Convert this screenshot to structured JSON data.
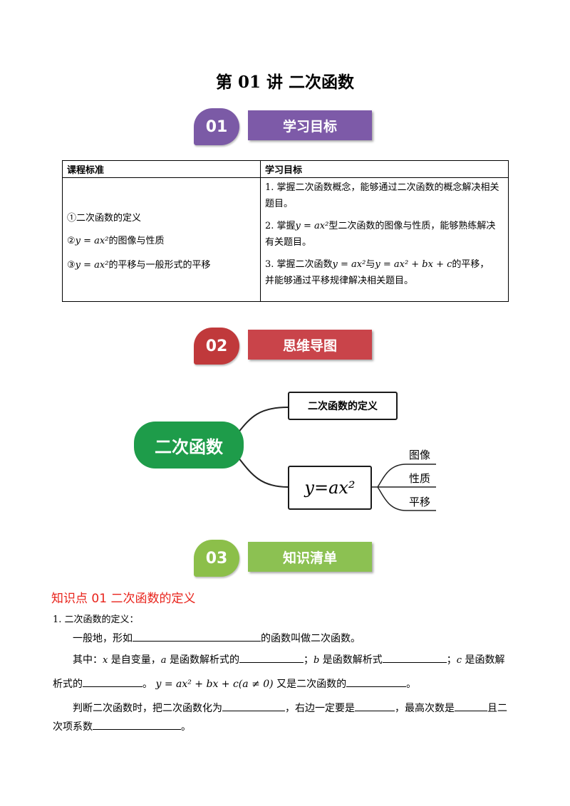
{
  "title": "第 01 讲  二次函数",
  "sections": [
    {
      "num": "01",
      "label": "学习目标",
      "num_color": "#7b5aa6",
      "bar_color": "#7d5aa8"
    },
    {
      "num": "02",
      "label": "思维导图",
      "num_color": "#c0393b",
      "bar_color": "#c9444a"
    },
    {
      "num": "03",
      "label": "知识清单",
      "num_color": "#8cbf4a",
      "bar_color": "#8cc152"
    }
  ],
  "table": {
    "col1_header": "课程标准",
    "col2_header": "学习目标",
    "standards": [
      "①二次函数的定义",
      "②",
      "的图像与性质",
      "③",
      "的平移与一般形式的平移"
    ],
    "goal1": "1. 掌握二次函数概念，能够通过二次函数的概念解决相关题目。",
    "goal2_a": "2. 掌握",
    "goal2_b": "型二次函数的图像与性质，能够熟练解决有关题目。",
    "goal3_a": "3. 掌握二次函数",
    "goal3_b": "与",
    "goal3_c": "的平移，",
    "goal3_d": "并能够通过平移规律解决相关题目。",
    "eq_ax2": "y = ax²",
    "eq_general": "y = ax² + bx + c"
  },
  "mindmap": {
    "center": "二次函数",
    "branch1": "二次函数的定义",
    "branch2": "y=ax²",
    "leaves": [
      "图像",
      "性质",
      "平移"
    ],
    "center_color": "#1e9c4a"
  },
  "knowledge": {
    "heading": "知识点 01    二次函数的定义",
    "heading_color": "#e8231b",
    "item1": "1. 二次函数的定义：",
    "p1_a": "一般地，形如",
    "p1_b": "的函数叫做二次函数。",
    "p2_a": "其中：",
    "p2_x": "x",
    "p2_b": "是自变量，",
    "p2_a2": "a",
    "p2_c": "是函数解析式的",
    "p2_d": "；",
    "p2_bb": "b",
    "p2_e": "是函数解析式",
    "p2_f": "；",
    "p2_cc": "c",
    "p2_g": "是函数解",
    "p3_a": "析式的",
    "p3_b": "。",
    "p3_eq": "y = ax² + bx + c(a ≠ 0)",
    "p3_c": "又是二次函数的",
    "p3_d": "。",
    "p4_a": "判断二次函数时，把二次函数化为",
    "p4_b": "，右边一定要是",
    "p4_c": "，最高次数是",
    "p4_d": "且二",
    "p5_a": "次项系数",
    "p5_b": "。"
  }
}
